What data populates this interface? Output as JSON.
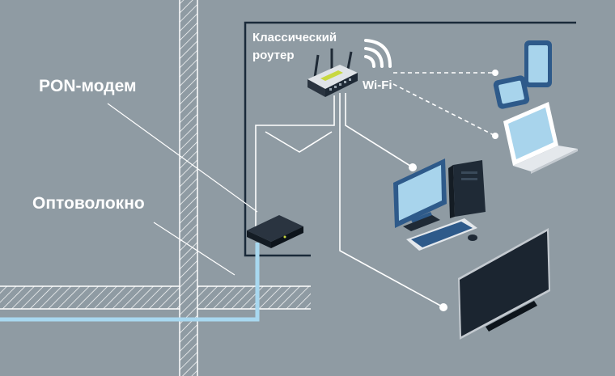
{
  "labels": {
    "pon_modem": "PON-модем",
    "fiber": "Оптоволокно",
    "router_line1": "Классический",
    "router_line2": "роутер",
    "wifi": "Wi-Fi"
  },
  "icons": [
    "router-icon",
    "pon-modem-icon",
    "tablet-icon",
    "phone-icon",
    "laptop-icon",
    "desktop-pc-icon",
    "tv-icon",
    "wifi-signal-icon"
  ],
  "colors": {
    "background": "#8f9ba3",
    "wall_outline": "#1a2a3a",
    "fiber": "#a8d8f0",
    "screen": "#a8d4ec",
    "device_dark": "#1f2a36",
    "device_blue": "#2e5a8a"
  }
}
